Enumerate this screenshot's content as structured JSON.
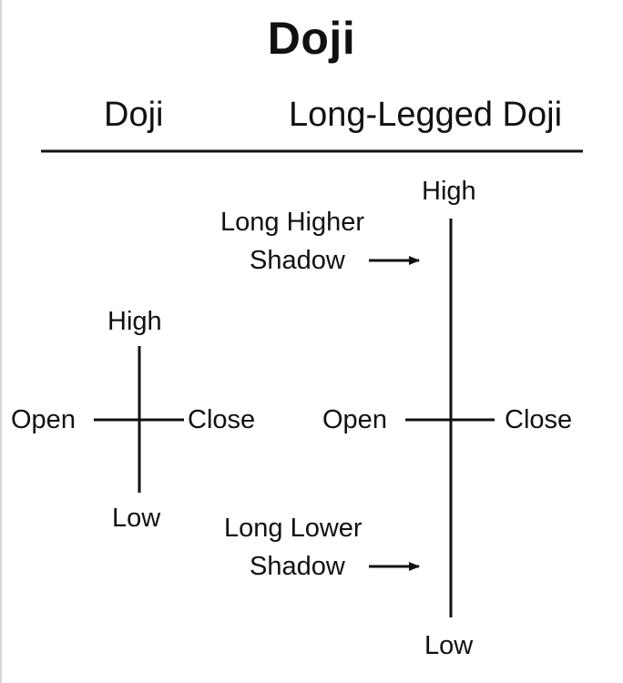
{
  "title": "Doji",
  "columns": {
    "left": "Doji",
    "right": "Long-Legged Doji"
  },
  "doji": {
    "high": "High",
    "low": "Low",
    "open": "Open",
    "close": "Close"
  },
  "long_legged_doji": {
    "high": "High",
    "low": "Low",
    "open": "Open",
    "close": "Close",
    "upper_shadow_line1": "Long Higher",
    "upper_shadow_line2": "Shadow",
    "lower_shadow_line1": "Long Lower",
    "lower_shadow_line2": "Shadow"
  },
  "colors": {
    "ink": "#111111",
    "background": "#ffffff"
  }
}
